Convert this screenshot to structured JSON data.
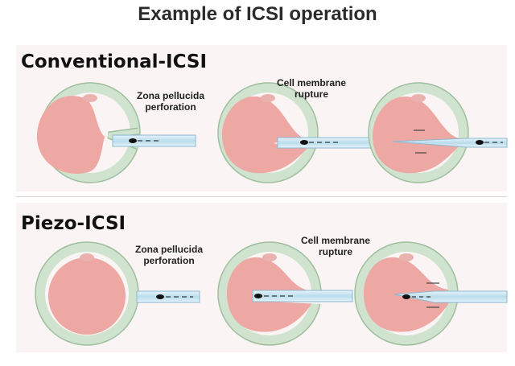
{
  "title": "Example of ICSI operation",
  "sections": [
    {
      "label": "Conventional-ICSI",
      "steps": [
        {
          "annotation": "Zona pellucida\nperforation"
        },
        {
          "annotation": "Cell membrane\nrupture"
        },
        {
          "annotation": ""
        }
      ]
    },
    {
      "label": "Piezo-ICSI",
      "steps": [
        {
          "annotation": "Zona pellucida\nperforation"
        },
        {
          "annotation": "Cell membrane\nrupture"
        },
        {
          "annotation": ""
        }
      ]
    }
  ],
  "colors": {
    "background_panel": "#fbf4f4",
    "zona": "#cfe3cf",
    "zona_stroke": "#9fbf9f",
    "cytoplasm": "#eea8a4",
    "polar_body": "#e9b2ae",
    "pipette": "#cfe6f2",
    "pipette_stroke": "#8db8cf",
    "sperm": "#111111"
  }
}
